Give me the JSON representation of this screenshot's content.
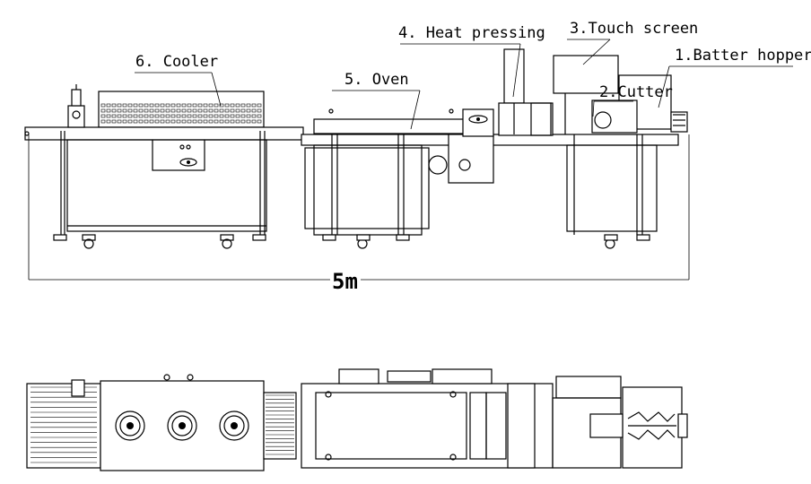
{
  "labels": {
    "cooler": "6. Cooler",
    "oven": "5. Oven",
    "heat_pressing": "4. Heat pressing",
    "touch_screen": "3.Touch screen",
    "cutter": "2.Cutter",
    "batter_hopper": "1.Batter hopper"
  },
  "dimension": "5m",
  "colors": {
    "line": "#000000",
    "background": "#ffffff"
  }
}
